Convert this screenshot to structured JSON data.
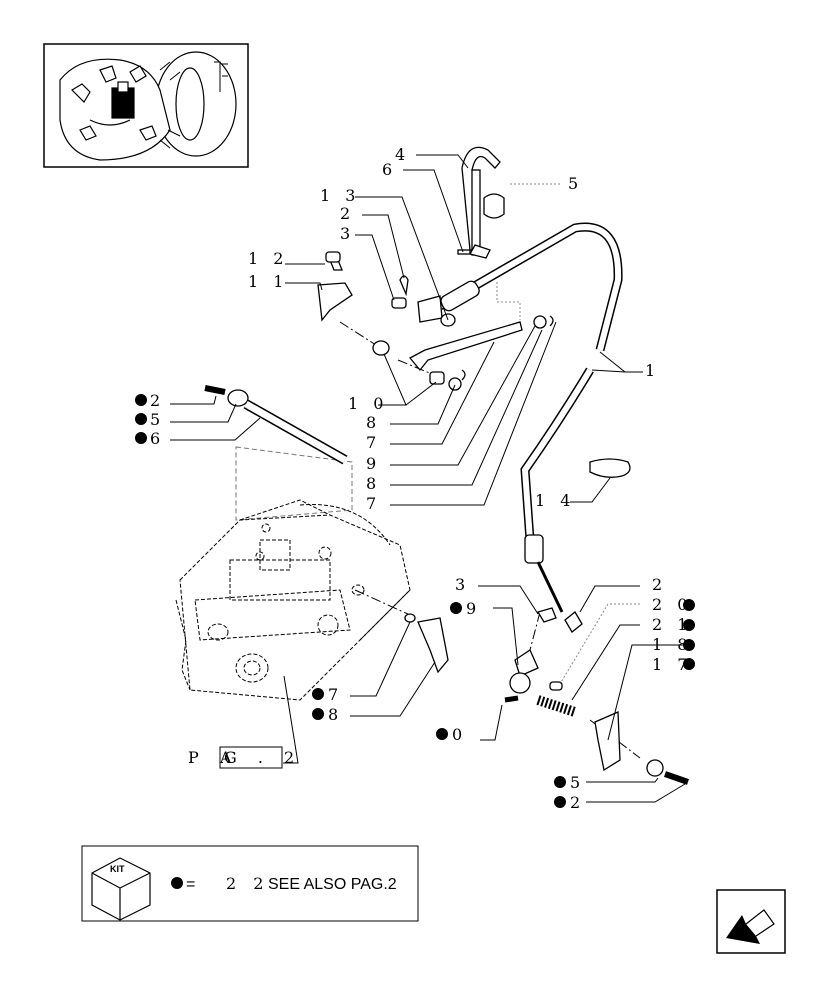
{
  "callouts": {
    "c4": "4",
    "c6a": "6",
    "c5a": "5",
    "c13": "1 3",
    "c2a": "2",
    "c3a": "3",
    "c12": "1 2",
    "c11": "1 1",
    "c1": "1",
    "c2b": "2",
    "c5b": "5",
    "c6b": "6",
    "c10": "1 0",
    "c8a": "8",
    "c7a": "7",
    "c9a": "9",
    "c8b": "8",
    "c7b": "7",
    "c14": "1 4",
    "c3b": "3",
    "c9b": "9",
    "c2c": "2",
    "c20": "2 0",
    "c21": "2 1",
    "c18": "1 8",
    "c17": "1 7",
    "c7c": "7",
    "c8c": "8",
    "c0": "0",
    "c5c": "5",
    "c2d": "2"
  },
  "pag_ref": {
    "prefix": "P A",
    "boxed": "G . 2"
  },
  "kit_legend": {
    "kit_label": "KIT",
    "equals": "=",
    "number": "2 2",
    "text": "SEE ALSO PAG.2"
  },
  "icons": [
    "tractor-thumbnail-icon",
    "kit-box-icon",
    "next-page-arrow-icon"
  ]
}
